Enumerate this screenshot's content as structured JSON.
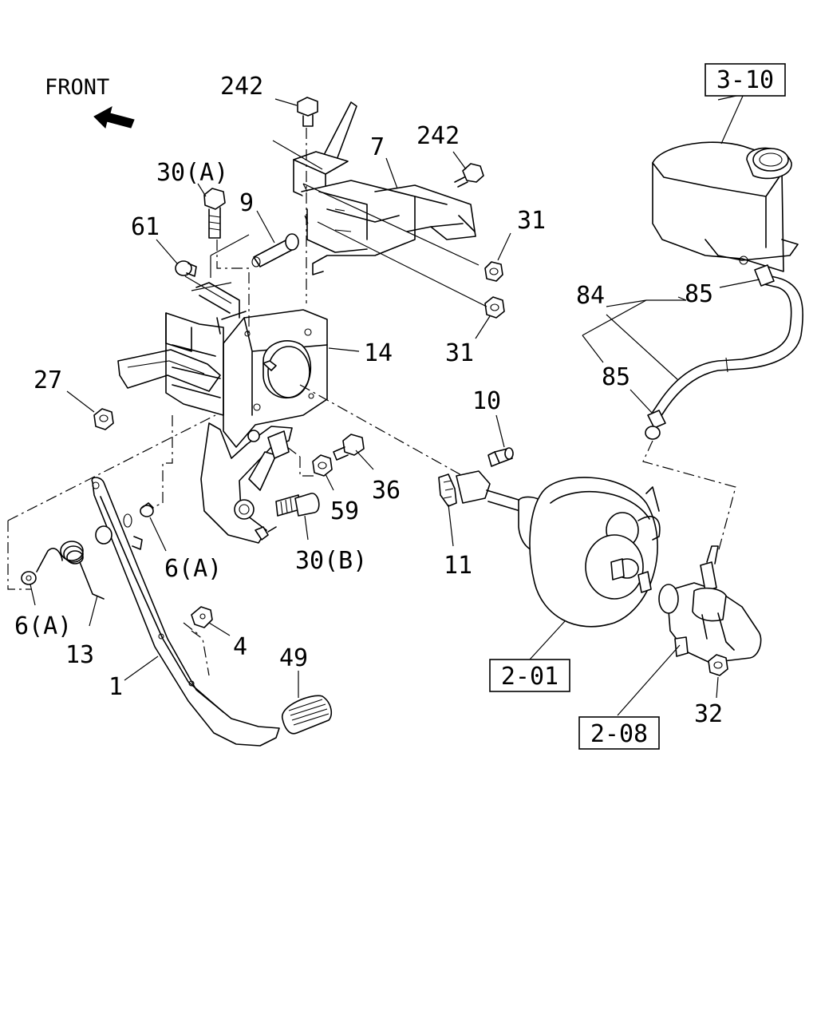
{
  "orientation": {
    "label": "FRONT"
  },
  "callouts": [
    {
      "id": "242-top",
      "text": "242"
    },
    {
      "id": "242-right",
      "text": "242"
    },
    {
      "id": "7",
      "text": "7"
    },
    {
      "id": "30A",
      "text": "30(A)"
    },
    {
      "id": "9",
      "text": "9"
    },
    {
      "id": "61",
      "text": "61"
    },
    {
      "id": "31-upper",
      "text": "31"
    },
    {
      "id": "31-lower",
      "text": "31"
    },
    {
      "id": "14",
      "text": "14"
    },
    {
      "id": "27",
      "text": "27"
    },
    {
      "id": "10",
      "text": "10"
    },
    {
      "id": "36",
      "text": "36"
    },
    {
      "id": "59",
      "text": "59"
    },
    {
      "id": "30B",
      "text": "30(B)"
    },
    {
      "id": "11",
      "text": "11"
    },
    {
      "id": "6A-mid",
      "text": "6(A)"
    },
    {
      "id": "6A-left",
      "text": "6(A)"
    },
    {
      "id": "13",
      "text": "13"
    },
    {
      "id": "4",
      "text": "4"
    },
    {
      "id": "1",
      "text": "1"
    },
    {
      "id": "49",
      "text": "49"
    },
    {
      "id": "84",
      "text": "84"
    },
    {
      "id": "85-upper",
      "text": "85"
    },
    {
      "id": "85-lower",
      "text": "85"
    },
    {
      "id": "32",
      "text": "32"
    }
  ],
  "reference_boxes": [
    {
      "id": "3-10",
      "text": "3-10"
    },
    {
      "id": "2-01",
      "text": "2-01"
    },
    {
      "id": "2-08",
      "text": "2-08"
    }
  ]
}
